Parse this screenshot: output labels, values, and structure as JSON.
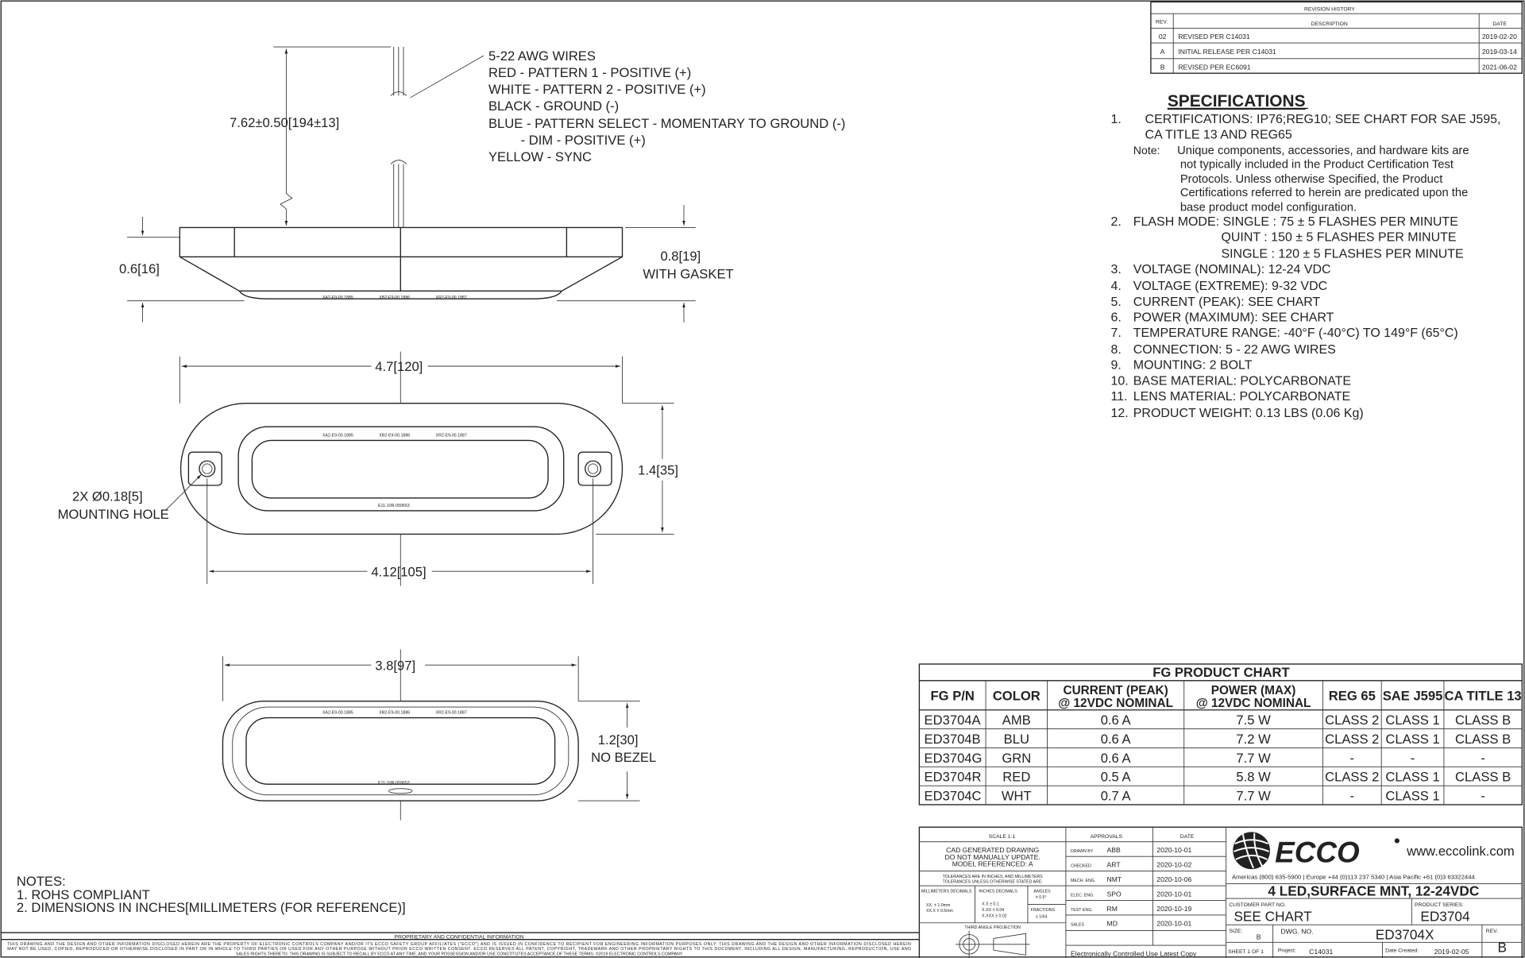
{
  "wires": {
    "lines": [
      "5-22 AWG WIRES",
      "RED - PATTERN 1 - POSITIVE (+)",
      "WHITE - PATTERN 2 - POSITIVE (+)",
      "BLACK - GROUND (-)",
      "BLUE - PATTERN SELECT - MOMENTARY TO GROUND (-)",
      "- DIM - POSITIVE (+)",
      "YELLOW - SYNC"
    ]
  },
  "dimensions": {
    "wire_length": "7.62±0.50[194±13]",
    "height": "0.6[16]",
    "height_gasket": "0.8[19]",
    "height_gasket_note": "WITH GASKET",
    "length": "4.7[120]",
    "width": "1.4[35]",
    "hole_spacing": "4.12[105]",
    "hole": "2X Ø0.18[5]",
    "hole_note": "MOUNTING HOLE",
    "lens_length": "3.8[97]",
    "lens_width": "1.2[30]",
    "lens_note": "NO BEZEL"
  },
  "lens_marks": {
    "top": [
      "XA2-E9-00.1885",
      "XB2-E9-00.1886",
      "XR2-E9-00.1887"
    ],
    "bottom": "E11-10R-059653"
  },
  "notes": {
    "title": "NOTES:",
    "items": [
      "1.   ROHS COMPLIANT",
      "2.   DIMENSIONS IN INCHES[MILLIMETERS (FOR REFERENCE)]"
    ]
  },
  "revision_history": {
    "title": "REVISION HISTORY",
    "headers": [
      "REV.",
      "DESCRIPTION",
      "DATE"
    ],
    "rows": [
      [
        "02",
        "REVISED PER C14031",
        "2019-02-20"
      ],
      [
        "A",
        "INITIAL RELEASE PER C14031",
        "2019-03-14"
      ],
      [
        "B",
        "REVISED PER EC6091",
        "2021-06-02"
      ]
    ]
  },
  "specifications": {
    "title": "SPECIFICATIONS",
    "lines": [
      [
        "1.",
        "CERTIFICATIONS: IP76;REG10; SEE CHART FOR SAE J595,"
      ],
      [
        "",
        "CA TITLE 13 AND REG65"
      ],
      [
        "Note:",
        "Unique components, accessories, and hardware kits are"
      ],
      [
        "",
        "not typically included in the Product Certification Test"
      ],
      [
        "",
        "Protocols.  Unless otherwise Specified, the Product"
      ],
      [
        "",
        "Certifications referred to herein are predicated upon the"
      ],
      [
        "",
        "base product model configuration."
      ],
      [
        "2.",
        "FLASH MODE: SINGLE : 75 ± 5 FLASHES PER MINUTE"
      ],
      [
        "",
        "QUINT : 150 ± 5 FLASHES PER MINUTE"
      ],
      [
        "",
        "SINGLE : 120 ± 5 FLASHES PER MINUTE"
      ],
      [
        "3.",
        "VOLTAGE (NOMINAL): 12-24 VDC"
      ],
      [
        "4.",
        "VOLTAGE (EXTREME): 9-32 VDC"
      ],
      [
        "5.",
        "CURRENT (PEAK): SEE CHART"
      ],
      [
        "6.",
        "POWER (MAXIMUM): SEE CHART"
      ],
      [
        "7.",
        "TEMPERATURE RANGE: -40°F (-40°C) TO 149°F (65°C)"
      ],
      [
        "8.",
        "CONNECTION: 5 - 22 AWG WIRES"
      ],
      [
        "9.",
        "MOUNTING: 2 BOLT"
      ],
      [
        "10.",
        "BASE MATERIAL: POLYCARBONATE"
      ],
      [
        "11.",
        "LENS MATERIAL: POLYCARBONATE"
      ],
      [
        "12.",
        "PRODUCT WEIGHT: 0.13 LBS (0.06 Kg)"
      ]
    ]
  },
  "product_chart": {
    "title": "FG PRODUCT CHART",
    "headers": [
      [
        "FG P/N"
      ],
      [
        "COLOR"
      ],
      [
        "CURRENT (PEAK)",
        "@ 12VDC NOMINAL"
      ],
      [
        "POWER (MAX)",
        "@ 12VDC NOMINAL"
      ],
      [
        "REG 65"
      ],
      [
        "SAE J595"
      ],
      [
        "CA TITLE 13"
      ]
    ],
    "rows": [
      [
        "ED3704A",
        "AMB",
        "0.6 A",
        "7.5 W",
        "CLASS 2",
        "CLASS 1",
        "CLASS B"
      ],
      [
        "ED3704B",
        "BLU",
        "0.6 A",
        "7.2 W",
        "CLASS 2",
        "CLASS 1",
        "CLASS B"
      ],
      [
        "ED3704G",
        "GRN",
        "0.6 A",
        "7.7 W",
        "-",
        "-",
        "-"
      ],
      [
        "ED3704R",
        "RED",
        "0.5 A",
        "5.8 W",
        "CLASS 2",
        "CLASS 1",
        "CLASS B"
      ],
      [
        "ED3704C",
        "WHT",
        "0.7 A",
        "7.7 W",
        "-",
        "CLASS 1",
        "-"
      ]
    ]
  },
  "title_block": {
    "scale": "SCALE 1:1",
    "cad_note": [
      "CAD GENERATED DRAWING",
      "DO NOT MANUALLY UPDATE.",
      "MODEL REFERENCED: A"
    ],
    "tolerance_note": [
      "TOLERANCES ARE IN INCHES, AND MILLIMETERS",
      "TOLERANCES UNLESS OTHERWISE STATED ARE:"
    ],
    "mm_decimals": {
      "label": "MILLIMETERS DECIMALS",
      "lines": [
        "XX. ±   1.0mm",
        "XX.X ±  0.5mm"
      ]
    },
    "in_decimals": {
      "label": "INCHES DECIMALS",
      "lines": [
        "X.X ± 0.1",
        "X.XX ± 0.04",
        "X.XXX ± 0.02"
      ]
    },
    "angles": {
      "label": "ANGLES",
      "value": "± 0.5°"
    },
    "fractions": {
      "label": "FRACTIONS",
      "value": "± 1/64"
    },
    "projection": "THIRD ANGLE PROJECTION",
    "approvals_header": "APPROVALS",
    "date_header": "DATE",
    "approvals": [
      [
        "DRAWN BY",
        "ABB",
        "2020-10-01"
      ],
      [
        "CHECKED",
        "ART",
        "2020-10-02"
      ],
      [
        "MECH. ENG.",
        "NMT",
        "2020-10-06"
      ],
      [
        "ELEC. ENG.",
        "SPO",
        "2020-10-01"
      ],
      [
        "TEST ENG.",
        "RM",
        "2020-10-19"
      ],
      [
        "SALES",
        "MD",
        "2020-10-01"
      ]
    ],
    "controlled": "Electronically Controlled Use Latest Copy",
    "brand": "ECCO",
    "website": "www.eccolink.com",
    "contacts": "Americas  (800) 635-5900   |   Europe  +44 (0)113 237 5340   |   Asia Pacific  +61 (0)3 63322444",
    "description": "4 LED,SURFACE MNT, 12-24VDC",
    "customer_part_label": "CUSTOMER PART NO.",
    "customer_part": "SEE CHART",
    "series_label": "PRODUCT SERIES:",
    "series": "ED3704",
    "size_label": "SIZE:",
    "size": "B",
    "dwg_label": "DWG.  NO.",
    "dwg": "ED3704X",
    "rev_label": "REV.",
    "rev": "B",
    "sheet": "SHEET 1 OF 1",
    "project_label": "Project:",
    "project": "C14031",
    "created_label": "Date Created:",
    "created": "2019-02-05"
  },
  "proprietary": {
    "title": "PROPRIETARY AND CONFIDENTIAL INFORMATION",
    "lines": [
      "THIS DRAWING AND THE DESIGN AND OTHER INFORMATION DISCLOSED HEREIN ARE THE PROPERTY OF ELECTRONIC CONTROLS COMPANY AND/OR ITS ECCO SAFETY GROUP AFFILIATES (\"ECCO\") AND IS ISSUED IN CONFIDENCE TO RECIPIENT FOR ENGINEERING INFORMATION PURPOSES ONLY. THIS DRAWING AND THE DESIGN AND OTHER INFORMATION DISCLOSED HEREIN",
      "MAY NOT BE USED, COPIED, REPRODUCED OR OTHERWISE DISCLOSED IN PART OR IN WHOLE TO THIRD PARTIES OR USED FOR ANY OTHER PURPOSE WITHOUT PRIOR ECCO WRITTEN CONSENT.  ECCO RESERVES ALL PATENT, COPYRIGHT, TRADEMARK AND OTHER PROPRIETARY RIGHTS TO THIS DOCUMENT, INCLUDING ALL DESIGN, MANUFACTURING, REPRODUCTION, USE AND",
      "SALES RIGHTS THERETO.  THIS DRAWING IS SUBJECT TO RECALL BY ECCO AT ANY TIME, AND YOUR POSSESSION AND/OR USE CONSTITUTES ACCEPTANCE OF THESE TERMS.  ©2019 ELECTRONIC CONTROLS COMPANY"
    ]
  }
}
